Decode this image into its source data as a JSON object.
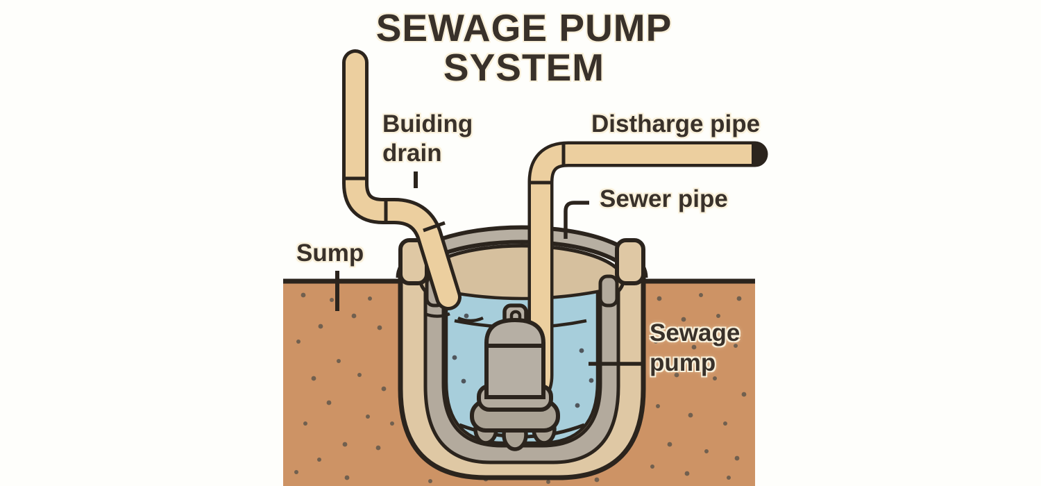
{
  "title": {
    "line1": "SEWAGE PUMP",
    "line2": "SYSTEM"
  },
  "labels": {
    "building_drain_line1": "Buiding",
    "building_drain_line2": "drain",
    "discharge_pipe": "Distharge pipe",
    "sewer_pipe": "Sewer pipe",
    "sump": "Sump",
    "sewage_pump_line1": "Sewage",
    "sewage_pump_line2": "pump"
  },
  "colors": {
    "background": "#fefefb",
    "outline": "#2b241d",
    "text": "#39312a",
    "text_halo": "#f9f0da",
    "pipe_tan": "#eccf9f",
    "sump_wall_tan": "#dfc8a4",
    "sump_inner_wall_tan": "#d6c09e",
    "lining_gray": "#b3aa9d",
    "rim_gray": "#b7afa2",
    "water_blue": "#a7cedb",
    "soil_brown": "#cd9365",
    "soil_speckle": "#5b544a",
    "pump_gray": "#b6afa4",
    "pump_base_gray": "#aba395"
  }
}
